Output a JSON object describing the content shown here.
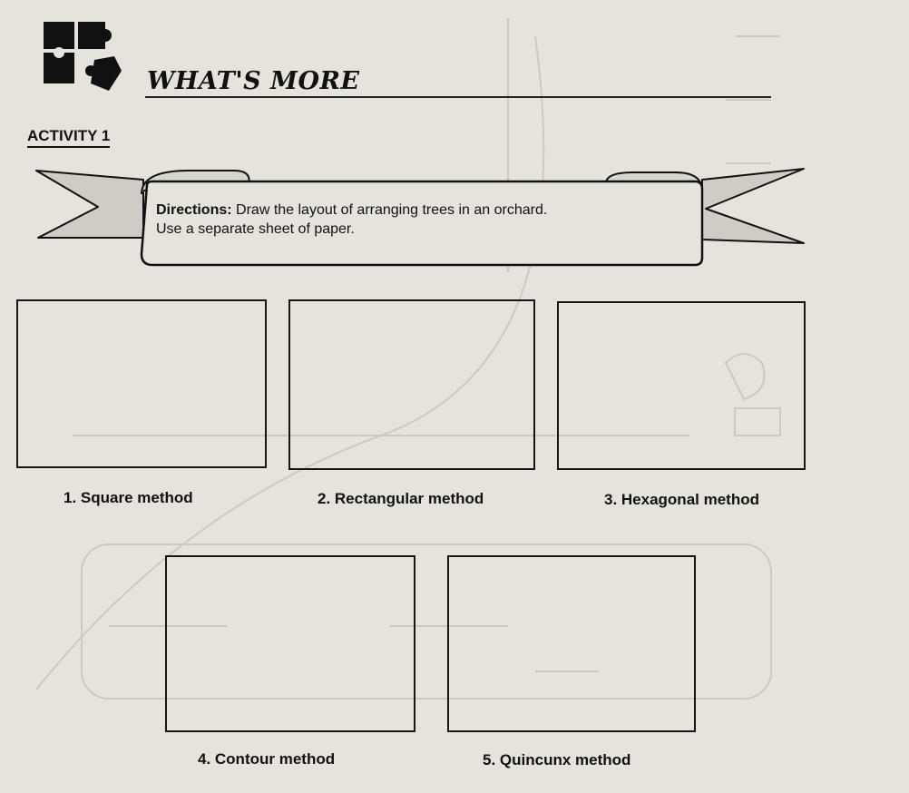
{
  "section": {
    "title": "WHAT'S MORE",
    "icon": "puzzle-icon"
  },
  "activity": {
    "label": "ACTIVITY 1"
  },
  "directions": {
    "heading": "Directions:",
    "line1": "Draw the layout of arranging trees in an orchard.",
    "line2": "Use a separate sheet of paper."
  },
  "methods": [
    {
      "label": "1. Square method"
    },
    {
      "label": "2. Rectangular method"
    },
    {
      "label": "3. Hexagonal method"
    },
    {
      "label": "4. Contour method"
    },
    {
      "label": "5. Quincunx method"
    }
  ],
  "colors": {
    "paper": "#e6e3dc",
    "ink": "#151515",
    "ribbon": "#cfccc6",
    "watermark": "#b9b5ae"
  }
}
